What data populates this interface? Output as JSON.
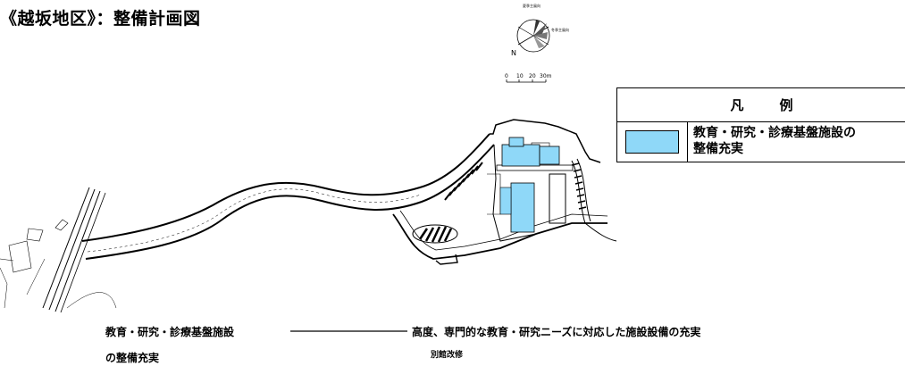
{
  "title": "《越坂地区》：整備計画図",
  "compass": {
    "north_label": "N",
    "wind_label_summer": "夏季主風向",
    "wind_label_winter": "冬季主風向"
  },
  "scale_bar": {
    "ticks": [
      "0",
      "10",
      "20",
      "30m"
    ]
  },
  "legend": {
    "header": "凡例",
    "item_label_line1": "教育・研究・診療基盤施設の",
    "item_label_line2": "整備充実",
    "swatch_color": "#8fd8f8"
  },
  "annotation": {
    "category_line1": "教育・研究・診療基盤施設",
    "category_line2": "の整備充実",
    "description": "高度、専門的な教育・研究ニーズに対応した施設設備の充実",
    "sub_item": "別館改修"
  },
  "colors": {
    "building_highlight": "#8fd8f8",
    "line": "#000000"
  }
}
